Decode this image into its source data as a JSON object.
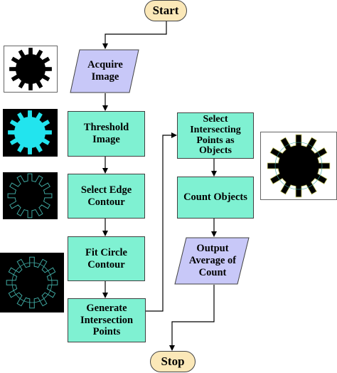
{
  "nodes": {
    "start": "Start",
    "acquire_image": "Acquire\nImage",
    "threshold_image": "Threshold\nImage",
    "select_edge_contour": "Select Edge\nContour",
    "fit_circle_contour": "Fit Circle\nContour",
    "generate_intersection_points": "Generate\nIntersection\nPoints",
    "select_intersecting_points": "Select\nIntersecting\nPoints as\nObjects",
    "count_objects": "Count Objects",
    "output_average": "Output\nAverage of\nCount",
    "stop": "Stop"
  },
  "colors": {
    "process_fill": "#7ff1d2",
    "io_fill": "#c8c8f8",
    "terminal_fill": "#fbe8b8",
    "threshold_gear": "#22e4ee",
    "contour_line": "#3fa7a0"
  },
  "thumbnails": [
    "gear-original",
    "gear-thresholded",
    "gear-edge-contour",
    "gear-fitted-circle",
    "gear-intersection-result"
  ]
}
